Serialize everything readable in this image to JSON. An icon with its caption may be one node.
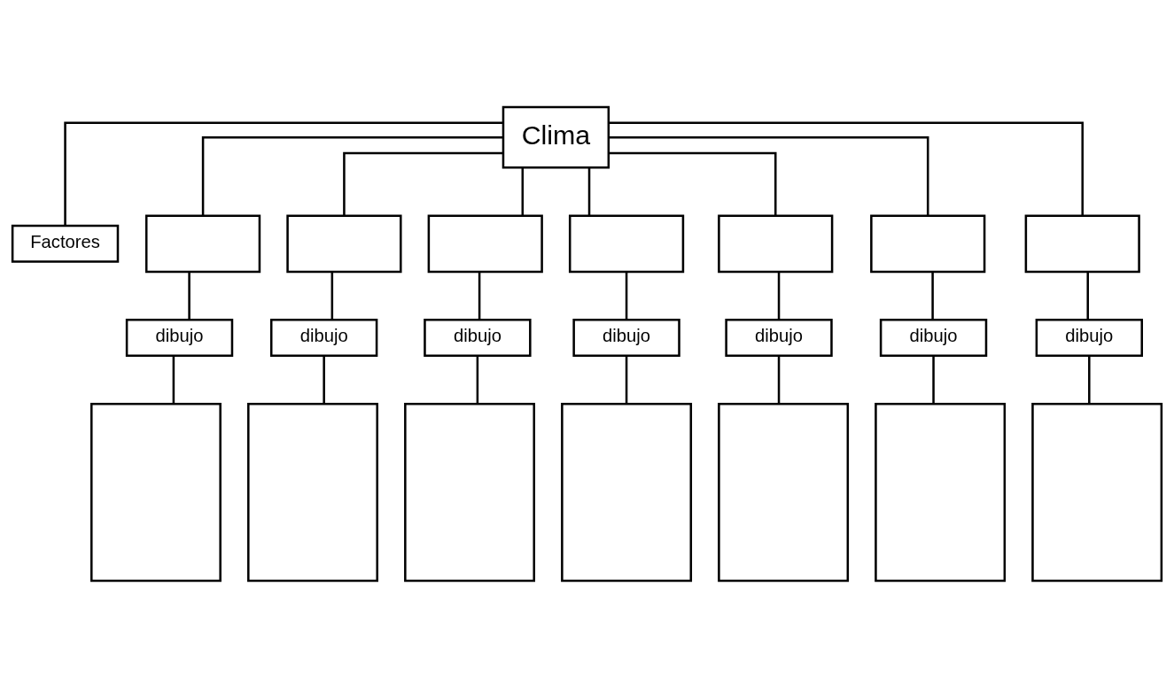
{
  "diagram": {
    "nodes": [
      {
        "text": [
          "Clima"
        ]
      },
      {
        "text": [
          "Factores"
        ]
      },
      {
        "text": [],
        "shape": "box"
      },
      {
        "text": [],
        "shape": "box"
      },
      {
        "text": [],
        "shape": "box"
      },
      {
        "text": [],
        "shape": "box"
      },
      {
        "text": [],
        "shape": "box"
      },
      {
        "text": [],
        "shape": "box"
      },
      {
        "text": [],
        "shape": "box"
      },
      {
        "text": [
          "dibujo"
        ]
      },
      {
        "text": [
          "dibujo"
        ]
      },
      {
        "text": [
          "dibujo"
        ]
      },
      {
        "text": [
          "dibujo"
        ]
      },
      {
        "text": [
          "dibujo"
        ]
      },
      {
        "text": [
          "dibujo"
        ]
      },
      {
        "text": [
          "dibujo"
        ]
      },
      {
        "text": [],
        "shape": "box"
      },
      {
        "text": [],
        "shape": "box"
      },
      {
        "text": [],
        "shape": "box"
      },
      {
        "text": [],
        "shape": "box"
      },
      {
        "text": [],
        "shape": "box"
      },
      {
        "text": [],
        "shape": "box"
      },
      {
        "text": [],
        "shape": "box"
      }
    ],
    "edges": [
      {
        "from": 0,
        "to": 1,
        "arrow": "none"
      },
      {
        "from": 0,
        "to": 2,
        "arrow": "none"
      },
      {
        "from": 0,
        "to": 3,
        "arrow": "none"
      },
      {
        "from": 0,
        "to": 4,
        "arrow": "none"
      },
      {
        "from": 0,
        "to": 5,
        "arrow": "none"
      },
      {
        "from": 0,
        "to": 6,
        "arrow": "none"
      },
      {
        "from": 0,
        "to": 7,
        "arrow": "none"
      },
      {
        "from": 0,
        "to": 8,
        "arrow": "none"
      },
      {
        "from": 2,
        "to": 9,
        "arrow": "none"
      },
      {
        "from": 3,
        "to": 10,
        "arrow": "none"
      },
      {
        "from": 4,
        "to": 11,
        "arrow": "none"
      },
      {
        "from": 5,
        "to": 12,
        "arrow": "none"
      },
      {
        "from": 6,
        "to": 13,
        "arrow": "none"
      },
      {
        "from": 7,
        "to": 14,
        "arrow": "none"
      },
      {
        "from": 8,
        "to": 15,
        "arrow": "none"
      },
      {
        "from": 9,
        "to": 16,
        "arrow": "none"
      },
      {
        "from": 10,
        "to": 17,
        "arrow": "none"
      },
      {
        "from": 11,
        "to": 18,
        "arrow": "none"
      },
      {
        "from": 12,
        "to": 19,
        "arrow": "none"
      },
      {
        "from": 13,
        "to": 20,
        "arrow": "none"
      },
      {
        "from": 14,
        "to": 21,
        "arrow": "none"
      },
      {
        "from": 15,
        "to": 22,
        "arrow": "none"
      }
    ]
  }
}
